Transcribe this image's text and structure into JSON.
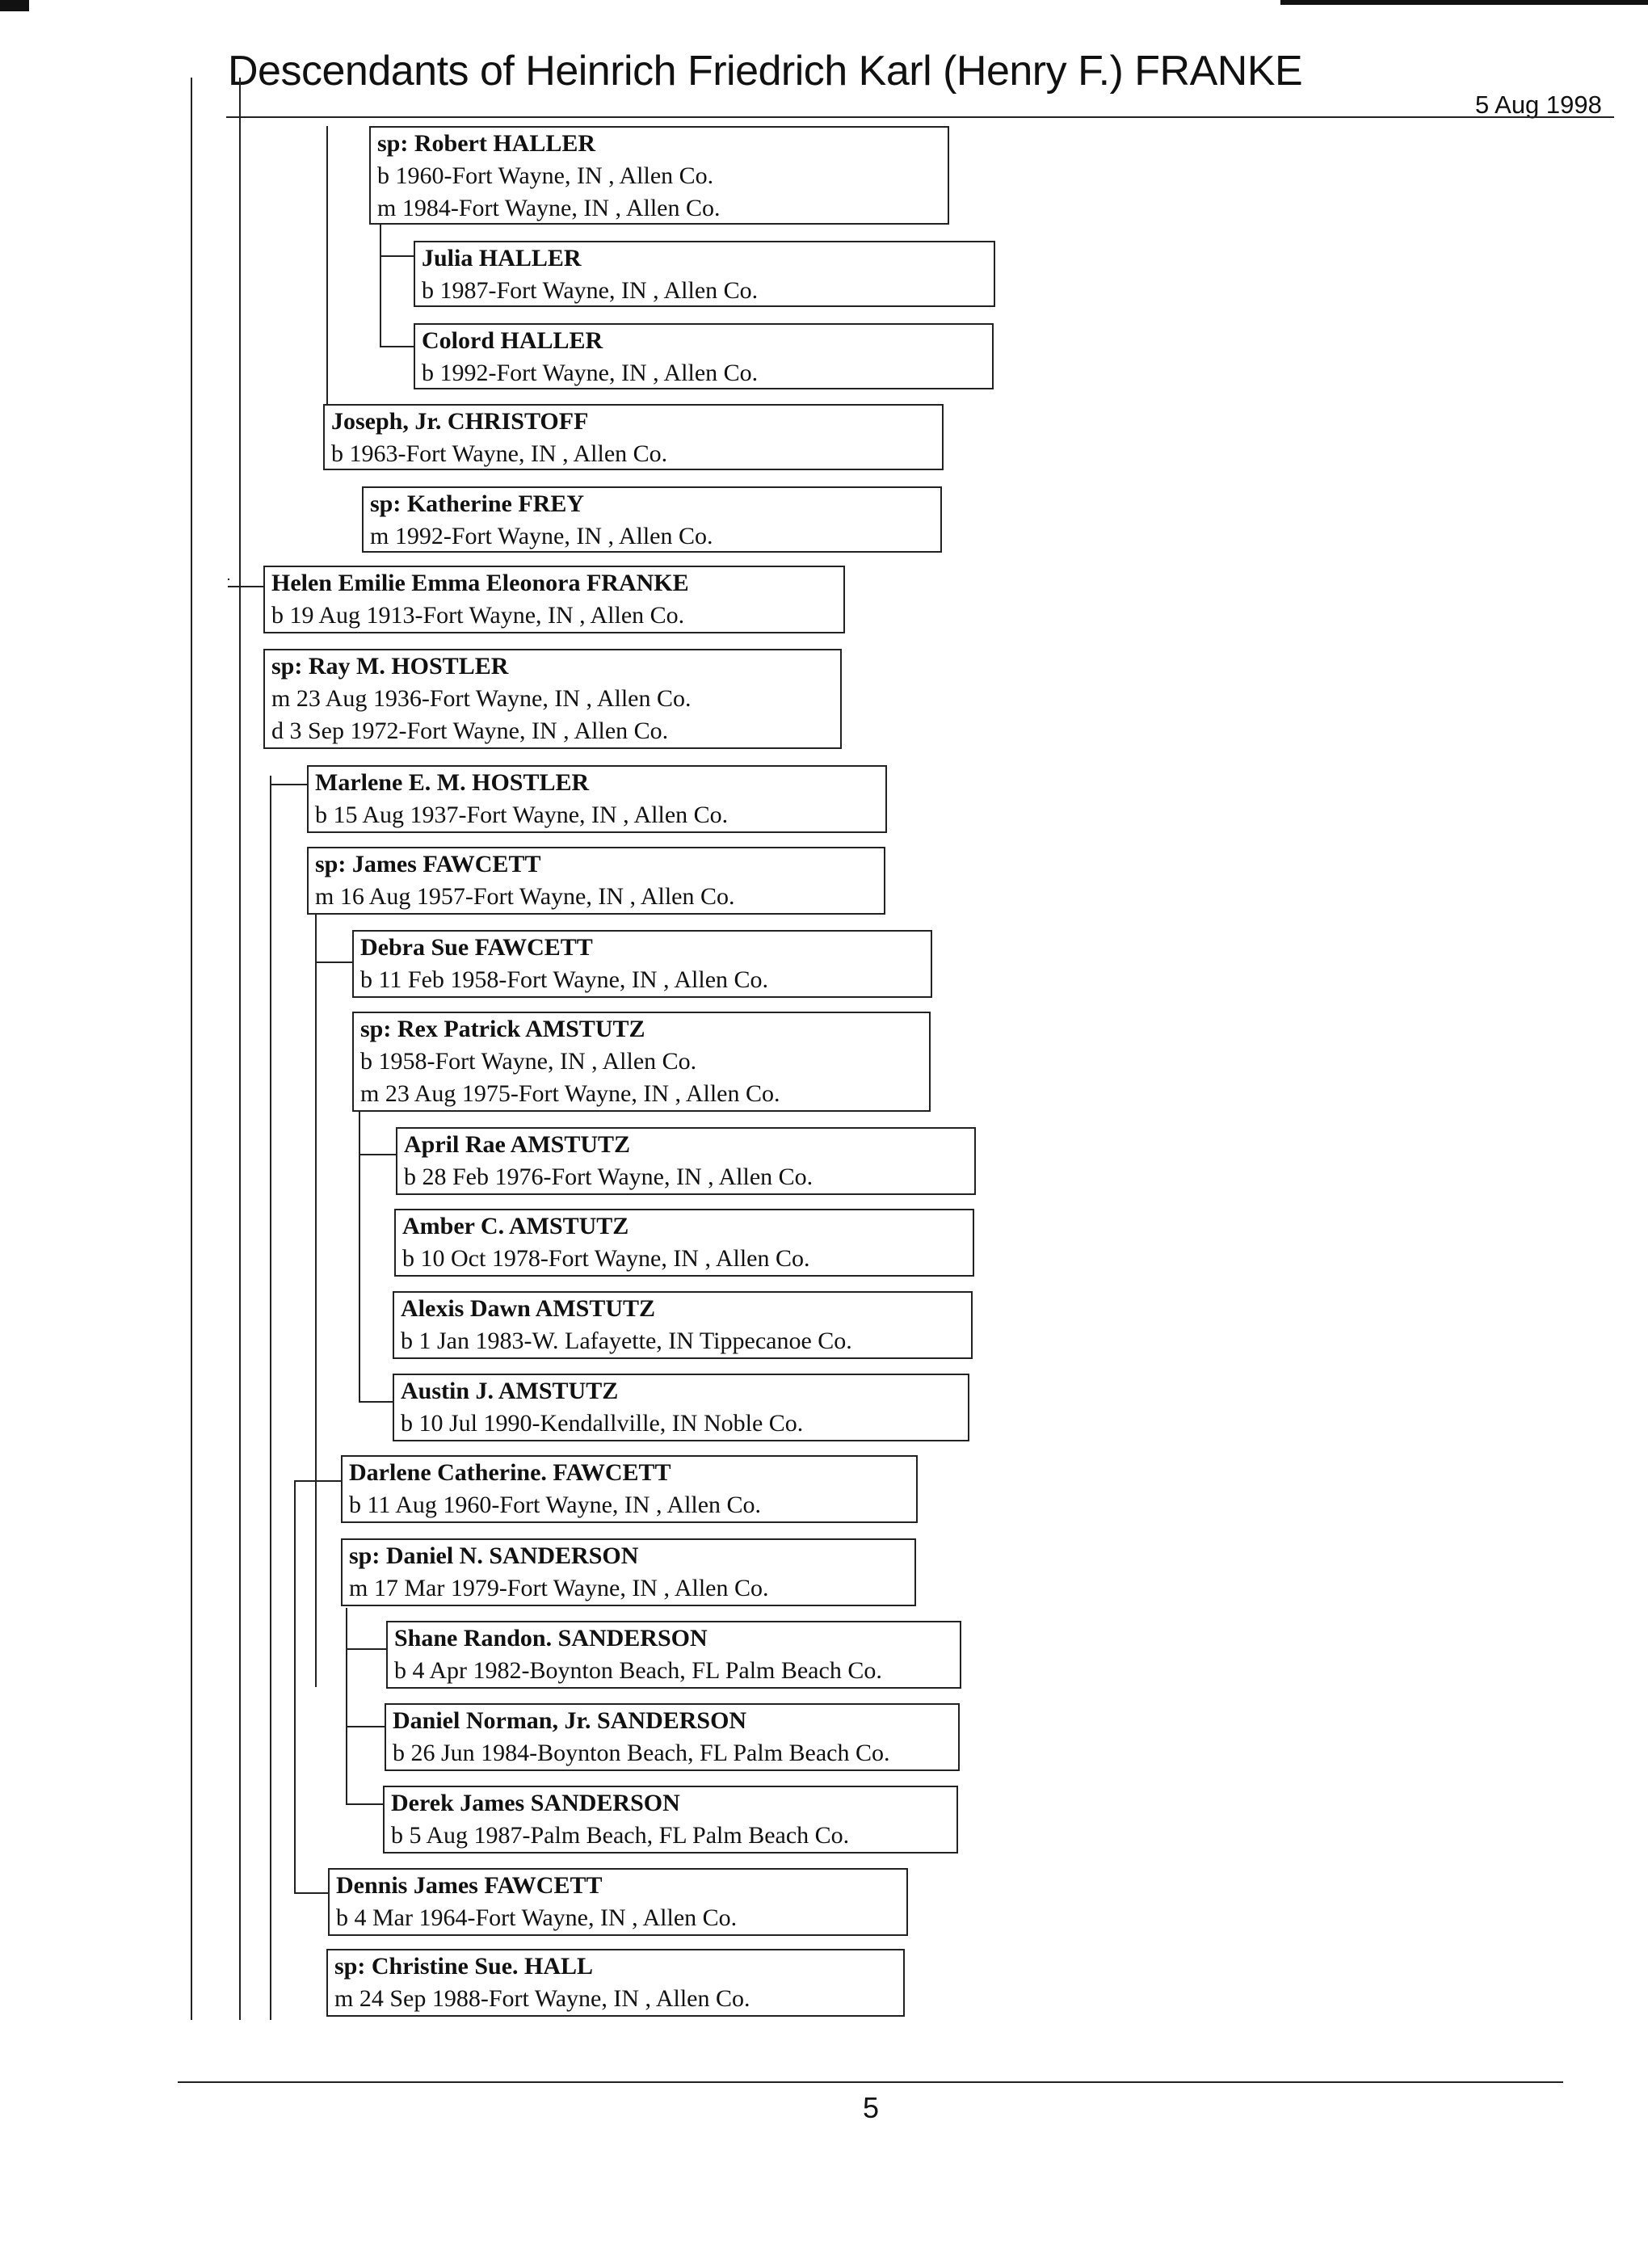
{
  "header": {
    "title": "Descendants of Heinrich Friedrich Karl (Henry F.) FRANKE",
    "date": "5 Aug 1998"
  },
  "entries": [
    {
      "name": "sp: Robert HALLER",
      "lines": [
        "b 1960-Fort Wayne, IN , Allen Co.",
        "m 1984-Fort Wayne, IN , Allen Co."
      ]
    },
    {
      "name": "Julia HALLER",
      "lines": [
        "b 1987-Fort Wayne, IN , Allen Co."
      ]
    },
    {
      "name": "Colord HALLER",
      "lines": [
        "b 1992-Fort Wayne, IN , Allen Co."
      ]
    },
    {
      "name": "Joseph, Jr. CHRISTOFF",
      "lines": [
        "b 1963-Fort Wayne, IN , Allen Co."
      ]
    },
    {
      "name": "sp: Katherine FREY",
      "lines": [
        "m 1992-Fort Wayne, IN , Allen Co."
      ]
    },
    {
      "name": "Helen Emilie Emma Eleonora FRANKE",
      "lines": [
        "b 19 Aug 1913-Fort Wayne, IN , Allen Co."
      ]
    },
    {
      "name": "sp: Ray M. HOSTLER",
      "lines": [
        "m 23 Aug 1936-Fort Wayne, IN , Allen Co.",
        "d 3 Sep 1972-Fort Wayne, IN , Allen Co."
      ]
    },
    {
      "name": "Marlene E. M. HOSTLER",
      "lines": [
        "b 15 Aug 1937-Fort Wayne, IN , Allen Co."
      ]
    },
    {
      "name": "sp: James FAWCETT",
      "lines": [
        "m 16 Aug 1957-Fort Wayne, IN , Allen Co."
      ]
    },
    {
      "name": "Debra Sue FAWCETT",
      "lines": [
        "b 11 Feb 1958-Fort Wayne, IN , Allen Co."
      ]
    },
    {
      "name": "sp: Rex Patrick AMSTUTZ",
      "lines": [
        "b 1958-Fort Wayne, IN , Allen Co.",
        "m 23 Aug 1975-Fort Wayne, IN , Allen Co."
      ]
    },
    {
      "name": "April Rae AMSTUTZ",
      "lines": [
        "b 28 Feb 1976-Fort Wayne, IN , Allen Co."
      ]
    },
    {
      "name": "Amber C. AMSTUTZ",
      "lines": [
        "b 10 Oct 1978-Fort Wayne, IN , Allen Co."
      ]
    },
    {
      "name": "Alexis Dawn AMSTUTZ",
      "lines": [
        "b 1 Jan 1983-W. Lafayette, IN Tippecanoe    Co."
      ]
    },
    {
      "name": "Austin J. AMSTUTZ",
      "lines": [
        "b 10 Jul 1990-Kendallville, IN Noble Co."
      ]
    },
    {
      "name": "Darlene Catherine. FAWCETT",
      "lines": [
        "b 11 Aug 1960-Fort Wayne, IN , Allen Co."
      ]
    },
    {
      "name": "sp: Daniel N. SANDERSON",
      "lines": [
        "m 17 Mar 1979-Fort Wayne, IN , Allen Co."
      ]
    },
    {
      "name": "Shane Randon. SANDERSON",
      "lines": [
        "b 4 Apr 1982-Boynton Beach, FL Palm Beach Co."
      ]
    },
    {
      "name": "Daniel Norman, Jr. SANDERSON",
      "lines": [
        "b 26 Jun 1984-Boynton Beach, FL Palm Beach Co."
      ]
    },
    {
      "name": "Derek James SANDERSON",
      "lines": [
        "b 5 Aug 1987-Palm Beach, FL Palm Beach Co."
      ]
    },
    {
      "name": "Dennis James FAWCETT",
      "lines": [
        "b 4 Mar 1964-Fort Wayne, IN , Allen Co."
      ]
    },
    {
      "name": "sp: Christine Sue. HALL",
      "lines": [
        "m 24 Sep 1988-Fort Wayne, IN , Allen Co."
      ]
    }
  ],
  "footer": {
    "page_number": "5"
  }
}
